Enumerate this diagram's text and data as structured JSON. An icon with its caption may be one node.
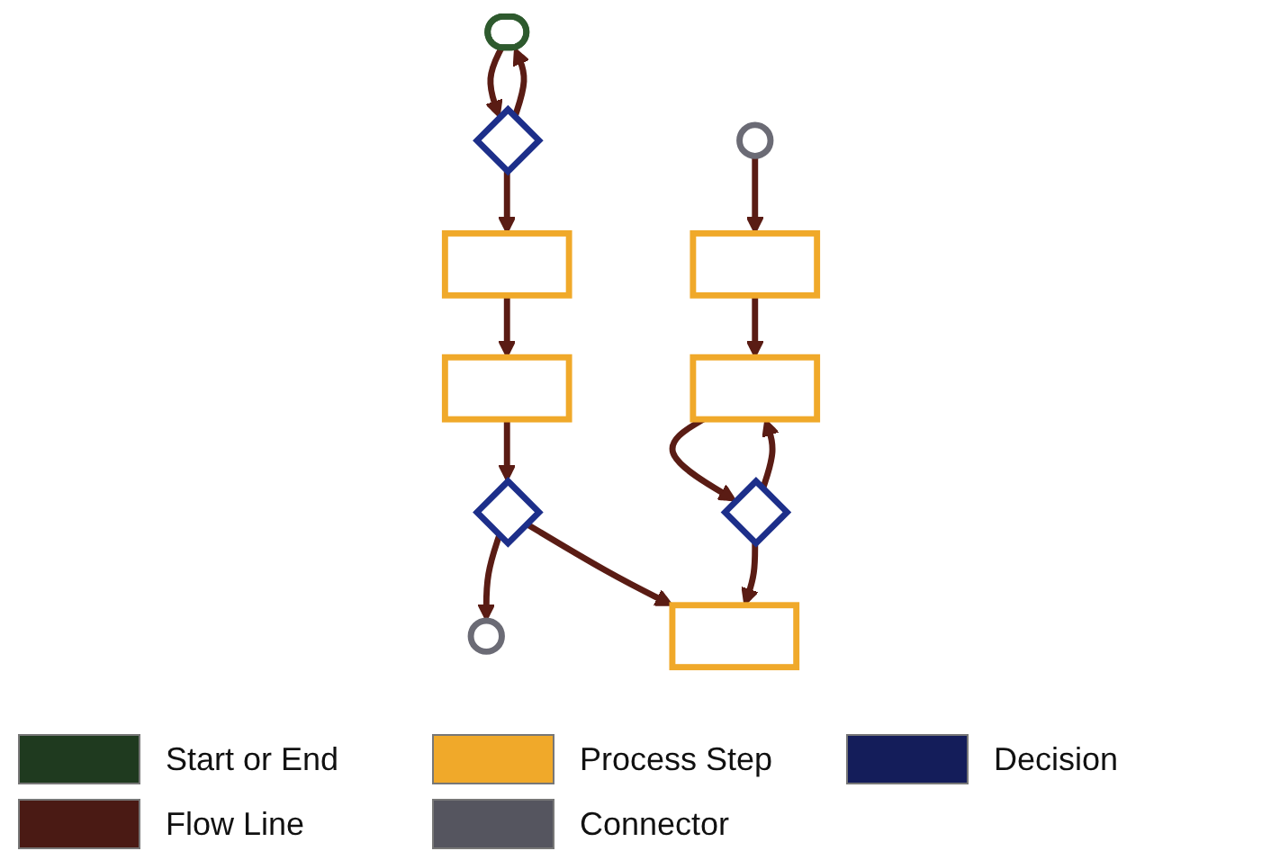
{
  "diagram": {
    "nodes": [
      {
        "text": [],
        "shape": "oval"
      },
      {
        "text": [],
        "shape": "diamond"
      },
      {
        "text": [],
        "shape": "box"
      },
      {
        "text": [],
        "shape": "box"
      },
      {
        "text": [],
        "shape": "diamond"
      },
      {
        "text": [],
        "shape": "circle"
      },
      {
        "text": [],
        "shape": "circle"
      },
      {
        "text": [],
        "shape": "box"
      },
      {
        "text": [],
        "shape": "box"
      },
      {
        "text": [],
        "shape": "diamond"
      },
      {
        "text": [],
        "shape": "box"
      }
    ],
    "edges": [
      {
        "from": 0,
        "to": 1,
        "arrow": "to"
      },
      {
        "from": 1,
        "to": 0,
        "arrow": "to"
      },
      {
        "from": 1,
        "to": 2,
        "arrow": "to"
      },
      {
        "from": 2,
        "to": 3,
        "arrow": "to"
      },
      {
        "from": 3,
        "to": 4,
        "arrow": "to"
      },
      {
        "from": 4,
        "to": 5,
        "arrow": "to"
      },
      {
        "from": 4,
        "to": 10,
        "arrow": "to"
      },
      {
        "from": 6,
        "to": 7,
        "arrow": "to"
      },
      {
        "from": 7,
        "to": 8,
        "arrow": "to"
      },
      {
        "from": 8,
        "to": 9,
        "arrow": "to"
      },
      {
        "from": 9,
        "to": 8,
        "arrow": "to"
      },
      {
        "from": 9,
        "to": 10,
        "arrow": "to"
      }
    ],
    "legend": [
      {
        "text": "Start or End",
        "color": "#1f3a1f"
      },
      {
        "text": "Flow Line",
        "color": "#4a1a14"
      },
      {
        "text": "Process Step",
        "color": "#f0a92a"
      },
      {
        "text": "Connector",
        "color": "#55555f"
      },
      {
        "text": "Decision",
        "color": "#141d5a"
      }
    ]
  }
}
